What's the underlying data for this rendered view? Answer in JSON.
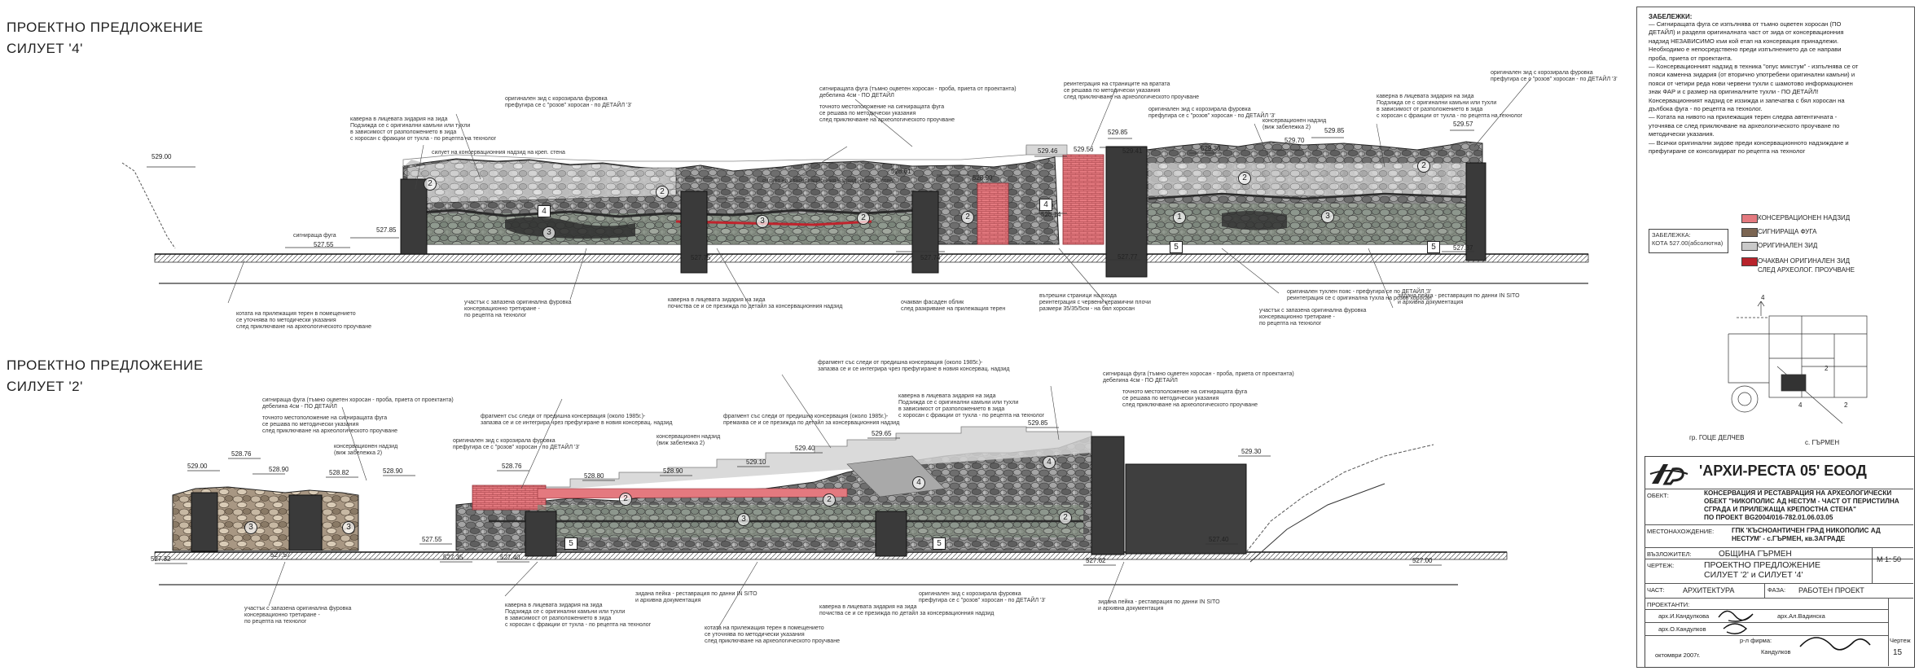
{
  "section_top": {
    "title_line1": "ПРОЕКТНО ПРЕДЛОЖЕНИЕ",
    "title_line2": "СИЛУЕТ '4'",
    "levels": [
      "529.00",
      "527.85",
      "527.55",
      "527.75",
      "528.61",
      "528.90",
      "527.74",
      "529.46",
      "529.56",
      "529.85",
      "529.41",
      "528.14",
      "527.77",
      "529.30",
      "529.70",
      "529.85",
      "529.57",
      "527.37"
    ],
    "annotations": [
      "оригинален зид с корозирала фуровка",
      "префугира се с \"розов\" хоросан - по ДЕТАЙЛ '3'",
      "сигниращата фуга (тъмно оцветен хоросан - проба, приета от проектанта)",
      "дебелина 4см - ПО ДЕТАЙЛ",
      "точното местоположение на сигниращата фуга",
      "се решава по методически указания",
      "след приключване на археологическото проучване",
      "реинтеграция на страниците на вратата",
      "се решава по методически указания",
      "след приключване на археологическото проучване",
      "каверна в лицевата зидария на зида",
      "Подзижда се с оригинални камъни или тухли",
      "в зависимост от разположението в зида",
      "с хоросан с фракции от тухла - по рецепта на технолог",
      "силует на консервационния надзид на креп. стена",
      "силует на консервационния надзид на креп. стена",
      "оригинален зид с корозирала фуровка",
      "префугира се с \"розов\" хоросан - по ДЕТАЙЛ '3'",
      "консервационен надзид",
      "(виж забележка 2)",
      "каверна в лицевата зидария на зида",
      "Подзижда се с оригинални камъни или тухли",
      "в зависимост от разположението в зида",
      "с хоросан с фракции от тухла - по рецепта на технолог",
      "оригинален зид с корозирала фуровка",
      "префугира се с \"розов\" хоросан - по ДЕТАЙЛ '3'",
      "сигнираща фуга",
      "котата на прилежащия терен в помещението",
      "се уточнява по методически указания",
      "след приключване на археологическото проучване",
      "участък с запазена оригинална фуровка",
      "консервационно третиране -",
      "по рецепта на технолог",
      "каверна в лицевата зидария на зида",
      "почиства се и се презижда по детайл за консервационния надзид",
      "очакван фасаден облик",
      "след разкриване на прилежащия терен",
      "вътрешни страници на входа",
      "реинтеграция с червени керамични плочи",
      "размери 35/35/5см - на бял хоросан",
      "оригинален тухлен пояс - префугира се по ДЕТАЙЛ '3'",
      "реинтеграция се с оригинална тухла на розов хоросан",
      "участък с запазена оригинална фуровка",
      "консервационно третиране -",
      "по рецепта на технолог",
      "зидана пейка - реставрация по данни IN SITO",
      "и архивна документация"
    ]
  },
  "section_bottom": {
    "title_line1": "ПРОЕКТНО ПРЕДЛОЖЕНИЕ",
    "title_line2": "СИЛУЕТ '2'",
    "levels": [
      "529.00",
      "528.76",
      "528.90",
      "528.82",
      "528.90",
      "528.76",
      "528.80",
      "528.90",
      "529.10",
      "529.40",
      "529.65",
      "529.85",
      "529.30",
      "527.32",
      "527.57",
      "527.55",
      "527.40",
      "527.35",
      "527.62",
      "527.00",
      "527.40"
    ],
    "annotations": [
      "сигнираща фуга (тъмно оцветен хоросан - проба, приета от проектанта)",
      "дебелина 4см - ПО ДЕТАЙЛ",
      "точното местоположение на сигниращата фуга",
      "се решава по методически указания",
      "след приключване на археологическото проучване",
      "консервационен надзид",
      "(виж забележка 2)",
      "фрагмент със следи от предишна консервация (около 1985г.)-",
      "запазва се и се интегрира чрез префугиране в новия консервац. надзид",
      "оригинален зид с корозирала фуровка",
      "префугира се с \"розов\" хоросан - по ДЕТАЙЛ '3'",
      "консервационен надзид",
      "(виж забележка 2)",
      "фрагмент със следи от предишна консервация (около 1985г.)-",
      "премахва се и се презижда по детайл за консервационния надзид",
      "каверна в лицевата зидария на зида",
      "Подзижда се с оригинални камъни или тухли",
      "в зависимост от разположението в зида",
      "с хоросан с фракции от тухла - по рецепта на технолог",
      "фрагмент със следи от предишна консервация (около 1985г.)-",
      "запазва се и се интегрира чрез префугиране в новия консервац. надзид",
      "сигнираща фуга (тъмно оцветен хоросан - проба, приета от проектанта)",
      "дебелина 4см - ПО ДЕТАЙЛ",
      "точното местоположение на сигниращата фуга",
      "се решава по методически указания",
      "след приключване на археологическото проучване",
      "участък с запазена оригинална фуровка",
      "консервационно третиране -",
      "по рецепта на технолог",
      "каверна в лицевата зидария на зида",
      "Подзижда се с оригинални камъни или тухли",
      "в зависимост от разположението в зида",
      "с хоросан с фракции от тухла - по рецепта на технолог",
      "зидана пейка - реставрация по данни IN SITO",
      "и архивна документация",
      "котата на прилежащия терен в помещението",
      "се уточнява по методически указания",
      "след приключване на археологическото проучване",
      "каверна в лицевата зидария на зида",
      "почиства се и се презижда по детайл за консервационния надзид",
      "оригинален зид с корозирала фуровка",
      "префугира се с \"розов\" хоросан - по ДЕТАЙЛ '3'",
      "зидана пейка - реставрация по данни IN SITO",
      "и архивна документация"
    ]
  },
  "notes": {
    "title": "ЗАБЕЛЕЖКИ:",
    "lines": [
      "— Сигниращата фуга се изпълнява  от тъмно оцветен хоросан (ПО",
      "ДЕТАЙЛ) и разделя оригиналната част от зида от консервационния",
      "надзид НЕЗАВИСИМО към кой етап на консервация принадлежи.",
      "Необходимо е непосредствено преди изпълнението да се направи",
      "проба, приета от проектанта.",
      "— Консервационният надзид в техника \"опус микстум\" - изпълнява  се от",
      "пояси каменна зидария (от вторично употребени оригинални камъни) и",
      "пояси от четири реда нови червени тухли с шамотово информационен",
      "знак ФАР и с размер на оригиналните тухли - ПО ДЕТАЙЛ!",
      "Консервационният надзид се иззижда и запечатва с бял хоросан на",
      "дълбока фуга - по рецепта на технолог.",
      "— Котата на нивото на прилежащия терен следва автентичната -",
      "уточнява се след приключване на археологическото проучване по",
      "методически указания.",
      "— Всички оригинални зидове преди консервационното надзиждане и",
      "префугиране се консолидират по рецепта на технолог"
    ]
  },
  "legend": {
    "items": [
      {
        "label": "КОНСЕРВАЦИОНЕН НАДЗИД",
        "color": "#e4797f"
      },
      {
        "label": "СИГНИРАЩА ФУГА",
        "color": "#7b6552"
      },
      {
        "label": "ОРИГИНАЛЕН ЗИД",
        "color": "#c9c9c9"
      },
      {
        "label": "ОЧАКВАН ОРИГИНАЛЕН ЗИД",
        "label2": "СЛЕД АРХЕОЛОГ. ПРОУЧВАНЕ",
        "color": "#b8232b"
      }
    ],
    "level_note_title": "ЗАБЕЛЕЖКА:",
    "level_note_text": "КОТА 527.00(абсолютна)"
  },
  "map": {
    "street_label": "гр. ГОЦЕ ДЕЛЧЕВ",
    "village_label": "с. ГЪРМЕН",
    "marks": [
      "4",
      "2",
      "4",
      "2"
    ]
  },
  "title_block": {
    "company": "'АРХИ-РЕСТА 05' ЕООД",
    "object_label": "ОБЕКТ:",
    "object_text": [
      "КОНСЕРВАЦИЯ И РЕСТАВРАЦИЯ НА АРХЕОЛОГИЧЕСКИ",
      "ОБЕКТ \"НИКОПОЛИС АД НЕСТУМ - ЧАСТ ОТ ПЕРИСТИЛНА",
      "СГРАДА И ПРИЛЕЖАЩА КРЕПОСТНА СТЕНА\"",
      "ПО ПРОЕКТ BG2004/016-782.01.06.03.05"
    ],
    "location_label": "МЕСТОНАХОЖДЕНИЕ:",
    "location_text": [
      "ГПК 'КЪСНОАНТИЧЕН ГРАД НИКОПОЛИС АД",
      "НЕСТУМ' - с.ГЪРМЕН, кв.ЗАГРАДЕ"
    ],
    "client_label": "ВЪЗЛОЖИТЕЛ:",
    "client_text": "ОБЩИНА ГЪРМЕН",
    "drawing_label": "ЧЕРТЕЖ:",
    "drawing_text": [
      "ПРОЕКТНО ПРЕДЛОЖЕНИЕ",
      "СИЛУЕТ '2'  и  СИЛУЕТ '4'"
    ],
    "scale": "М 1: 50",
    "part_label": "ЧАСТ:",
    "part_text": "АРХИТЕКТУРА",
    "phase_label": "ФАЗА:",
    "phase_text": "РАБОТЕН ПРОЕКТ",
    "designers_label": "ПРОЕКТАНТИ:",
    "designer1": "арх.И.Кандулкова",
    "designer2": "арх.Ал.Вадинска",
    "designer3": "арх.О.Кандулков",
    "firm_label": "р-л фирма:",
    "firm_name": "Кандулков",
    "date": "октомври 2007г.",
    "sheet_label": "Чертеж",
    "sheet_no": "15"
  }
}
